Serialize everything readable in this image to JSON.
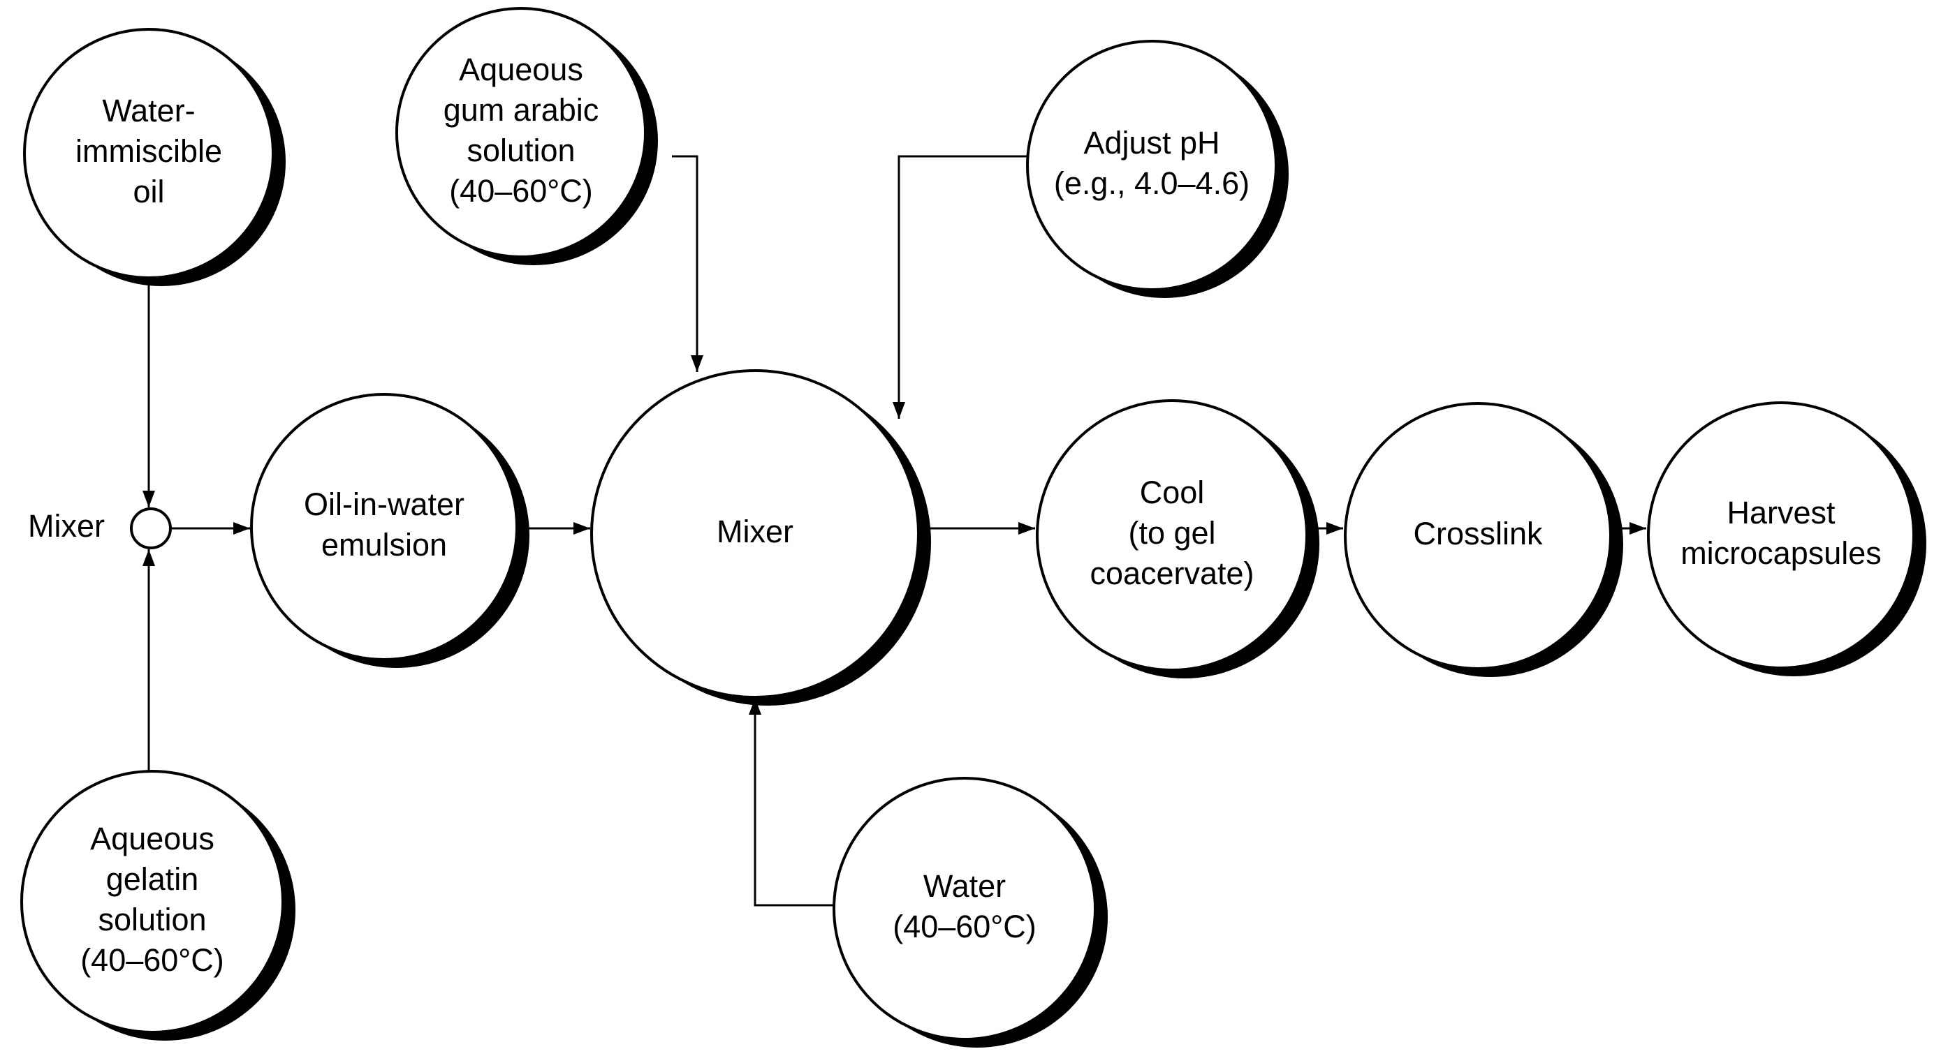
{
  "diagram": {
    "nodes": [
      {
        "id": "oil",
        "lines": [
          "Water-",
          "immiscible",
          "oil"
        ]
      },
      {
        "id": "gum",
        "lines": [
          "Aqueous",
          "gum arabic",
          "solution",
          "(40–60°C)"
        ]
      },
      {
        "id": "ph",
        "lines": [
          "Adjust pH",
          "(e.g., 4.0–4.6)"
        ]
      },
      {
        "id": "mixer-label",
        "lines": [
          "Mixer"
        ]
      },
      {
        "id": "emulsion",
        "lines": [
          "Oil-in-water",
          "emulsion"
        ]
      },
      {
        "id": "mixer2",
        "lines": [
          "Mixer"
        ]
      },
      {
        "id": "cool",
        "lines": [
          "Cool",
          "(to gel",
          "coacervate)"
        ]
      },
      {
        "id": "crosslink",
        "lines": [
          "Crosslink"
        ]
      },
      {
        "id": "harvest",
        "lines": [
          "Harvest",
          "microcapsules"
        ]
      },
      {
        "id": "gelatin",
        "lines": [
          "Aqueous",
          "gelatin",
          "solution",
          "(40–60°C)"
        ]
      },
      {
        "id": "water",
        "lines": [
          "Water",
          "(40–60°C)"
        ]
      }
    ],
    "edges": [
      {
        "from": "oil",
        "to": "mixer1"
      },
      {
        "from": "gelatin",
        "to": "mixer1"
      },
      {
        "from": "mixer1",
        "to": "emulsion"
      },
      {
        "from": "emulsion",
        "to": "mixer2"
      },
      {
        "from": "gum",
        "to": "mixer2"
      },
      {
        "from": "ph",
        "to": "mixer2"
      },
      {
        "from": "water",
        "to": "mixer2"
      },
      {
        "from": "mixer2",
        "to": "cool"
      },
      {
        "from": "cool",
        "to": "crosslink"
      },
      {
        "from": "crosslink",
        "to": "harvest"
      }
    ]
  }
}
